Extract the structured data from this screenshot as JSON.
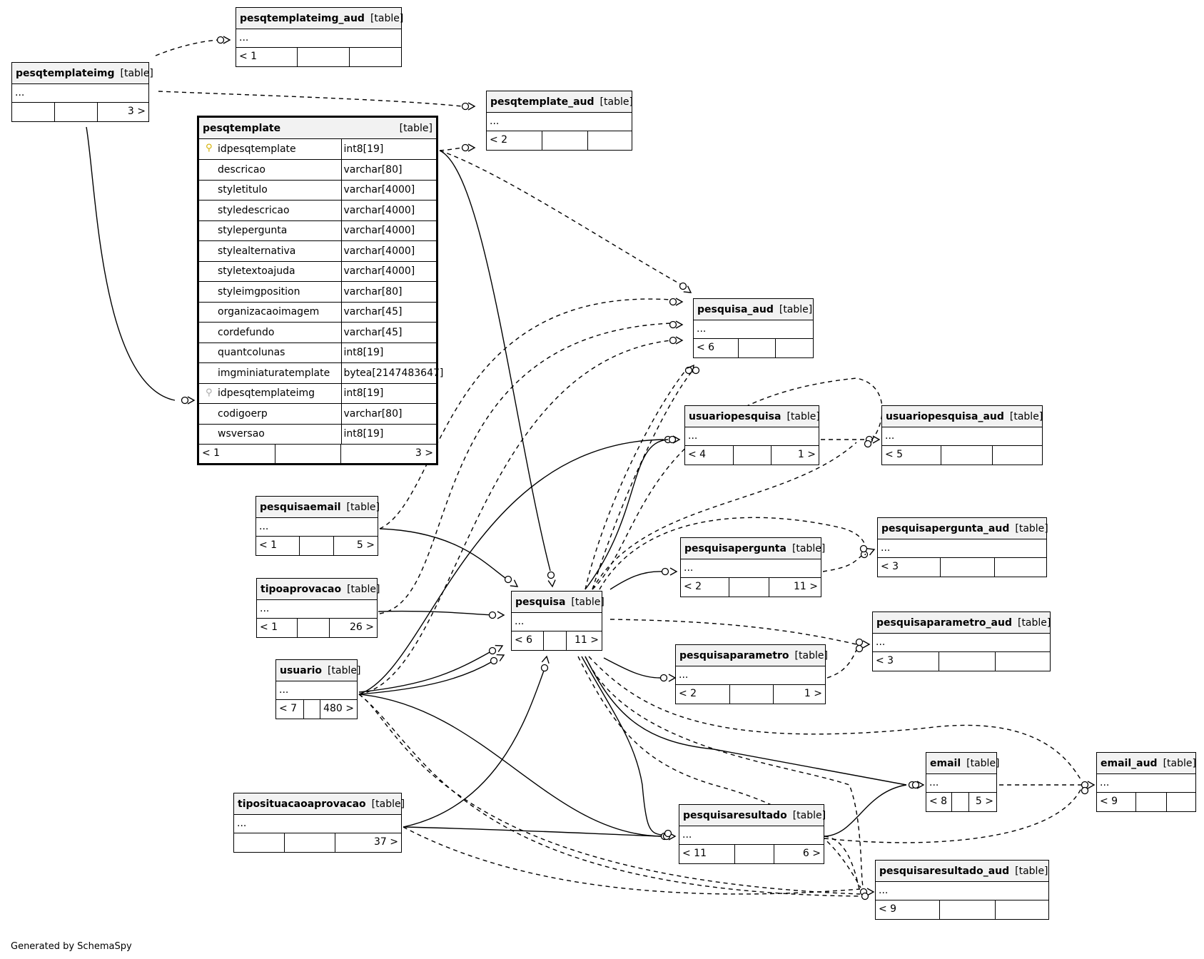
{
  "footer": "Generated by SchemaSpy",
  "ellipsis": "...",
  "type_label": "[table]",
  "tables": {
    "pesqtemplateimg_aud": {
      "name": "pesqtemplateimg_aud",
      "parents": "< 1",
      "children": ""
    },
    "pesqtemplateimg": {
      "name": "pesqtemplateimg",
      "parents": "",
      "children": "3 >"
    },
    "pesqtemplate_aud": {
      "name": "pesqtemplate_aud",
      "parents": "< 2",
      "children": ""
    },
    "pesqtemplate": {
      "name": "pesqtemplate",
      "parents": "< 1",
      "children": "3 >",
      "columns": [
        {
          "name": "idpesqtemplate",
          "type": "int8[19]",
          "key": "pk"
        },
        {
          "name": "descricao",
          "type": "varchar[80]",
          "key": ""
        },
        {
          "name": "styletitulo",
          "type": "varchar[4000]",
          "key": ""
        },
        {
          "name": "styledescricao",
          "type": "varchar[4000]",
          "key": ""
        },
        {
          "name": "stylepergunta",
          "type": "varchar[4000]",
          "key": ""
        },
        {
          "name": "stylealternativa",
          "type": "varchar[4000]",
          "key": ""
        },
        {
          "name": "styletextoajuda",
          "type": "varchar[4000]",
          "key": ""
        },
        {
          "name": "styleimgposition",
          "type": "varchar[80]",
          "key": ""
        },
        {
          "name": "organizacaoimagem",
          "type": "varchar[45]",
          "key": ""
        },
        {
          "name": "cordefundo",
          "type": "varchar[45]",
          "key": ""
        },
        {
          "name": "quantcolunas",
          "type": "int8[19]",
          "key": ""
        },
        {
          "name": "imgminiaturatemplate",
          "type": "bytea[2147483647]",
          "key": ""
        },
        {
          "name": "idpesqtemplateimg",
          "type": "int8[19]",
          "key": "fk"
        },
        {
          "name": "codigoerp",
          "type": "varchar[80]",
          "key": ""
        },
        {
          "name": "wsversao",
          "type": "int8[19]",
          "key": ""
        }
      ]
    },
    "pesquisa_aud": {
      "name": "pesquisa_aud",
      "parents": "< 6",
      "children": ""
    },
    "usuariopesquisa": {
      "name": "usuariopesquisa",
      "parents": "< 4",
      "children": "1 >"
    },
    "usuariopesquisa_aud": {
      "name": "usuariopesquisa_aud",
      "parents": "< 5",
      "children": ""
    },
    "pesquisaemail": {
      "name": "pesquisaemail",
      "parents": "< 1",
      "children": "5 >"
    },
    "pesquisapergunta_aud": {
      "name": "pesquisapergunta_aud",
      "parents": "< 3",
      "children": ""
    },
    "pesquisapergunta": {
      "name": "pesquisapergunta",
      "parents": "< 2",
      "children": "11 >"
    },
    "tipoaprovacao": {
      "name": "tipoaprovacao",
      "parents": "< 1",
      "children": "26 >"
    },
    "pesquisa": {
      "name": "pesquisa",
      "parents": "< 6",
      "children": "11 >"
    },
    "pesquisaparametro_aud": {
      "name": "pesquisaparametro_aud",
      "parents": "< 3",
      "children": ""
    },
    "usuario": {
      "name": "usuario",
      "parents": "< 7",
      "children": "480 >"
    },
    "pesquisaparametro": {
      "name": "pesquisaparametro",
      "parents": "< 2",
      "children": "1 >"
    },
    "email": {
      "name": "email",
      "parents": "< 8",
      "children": "5 >"
    },
    "email_aud": {
      "name": "email_aud",
      "parents": "< 9",
      "children": ""
    },
    "tiposituacaoaprovacao": {
      "name": "tiposituacaoaprovacao",
      "parents": "",
      "children": "37 >"
    },
    "pesquisaresultado": {
      "name": "pesquisaresultado",
      "parents": "< 11",
      "children": "6 >"
    },
    "pesquisaresultado_aud": {
      "name": "pesquisaresultado_aud",
      "parents": "< 9",
      "children": ""
    }
  }
}
